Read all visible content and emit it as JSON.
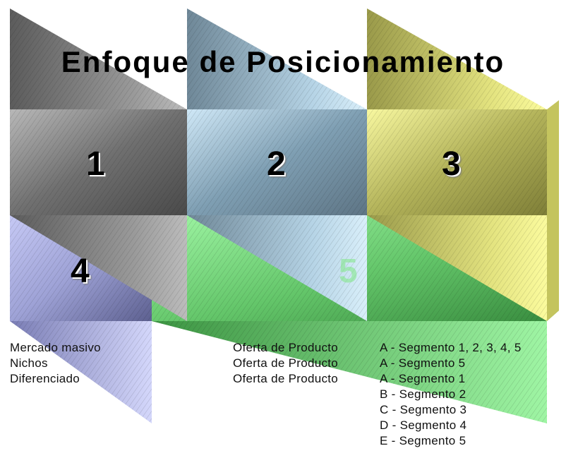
{
  "title": "Enfoque de Posicionamiento",
  "numbers": [
    "1",
    "2",
    "3",
    "4",
    "5"
  ],
  "left_column": [
    "Mercado masivo",
    "Nichos",
    "Diferenciado"
  ],
  "middle_column": [
    "Oferta de Producto",
    "Oferta de Producto",
    "Oferta de Producto"
  ],
  "right_column": [
    "A - Segmento 1, 2, 3, 4, 5",
    "A - Segmento 5",
    "A - Segmento 1",
    "B - Segmento 2",
    "C - Segmento 3",
    "D - Segmento 4",
    "E - Segmento 5"
  ],
  "colors": {
    "panel_1": "#8e8e8e",
    "panel_2": "#9fc0d6",
    "panel_3": "#e8e886",
    "panel_4": "#b5b9e8",
    "panel_5": "#7fe884"
  }
}
